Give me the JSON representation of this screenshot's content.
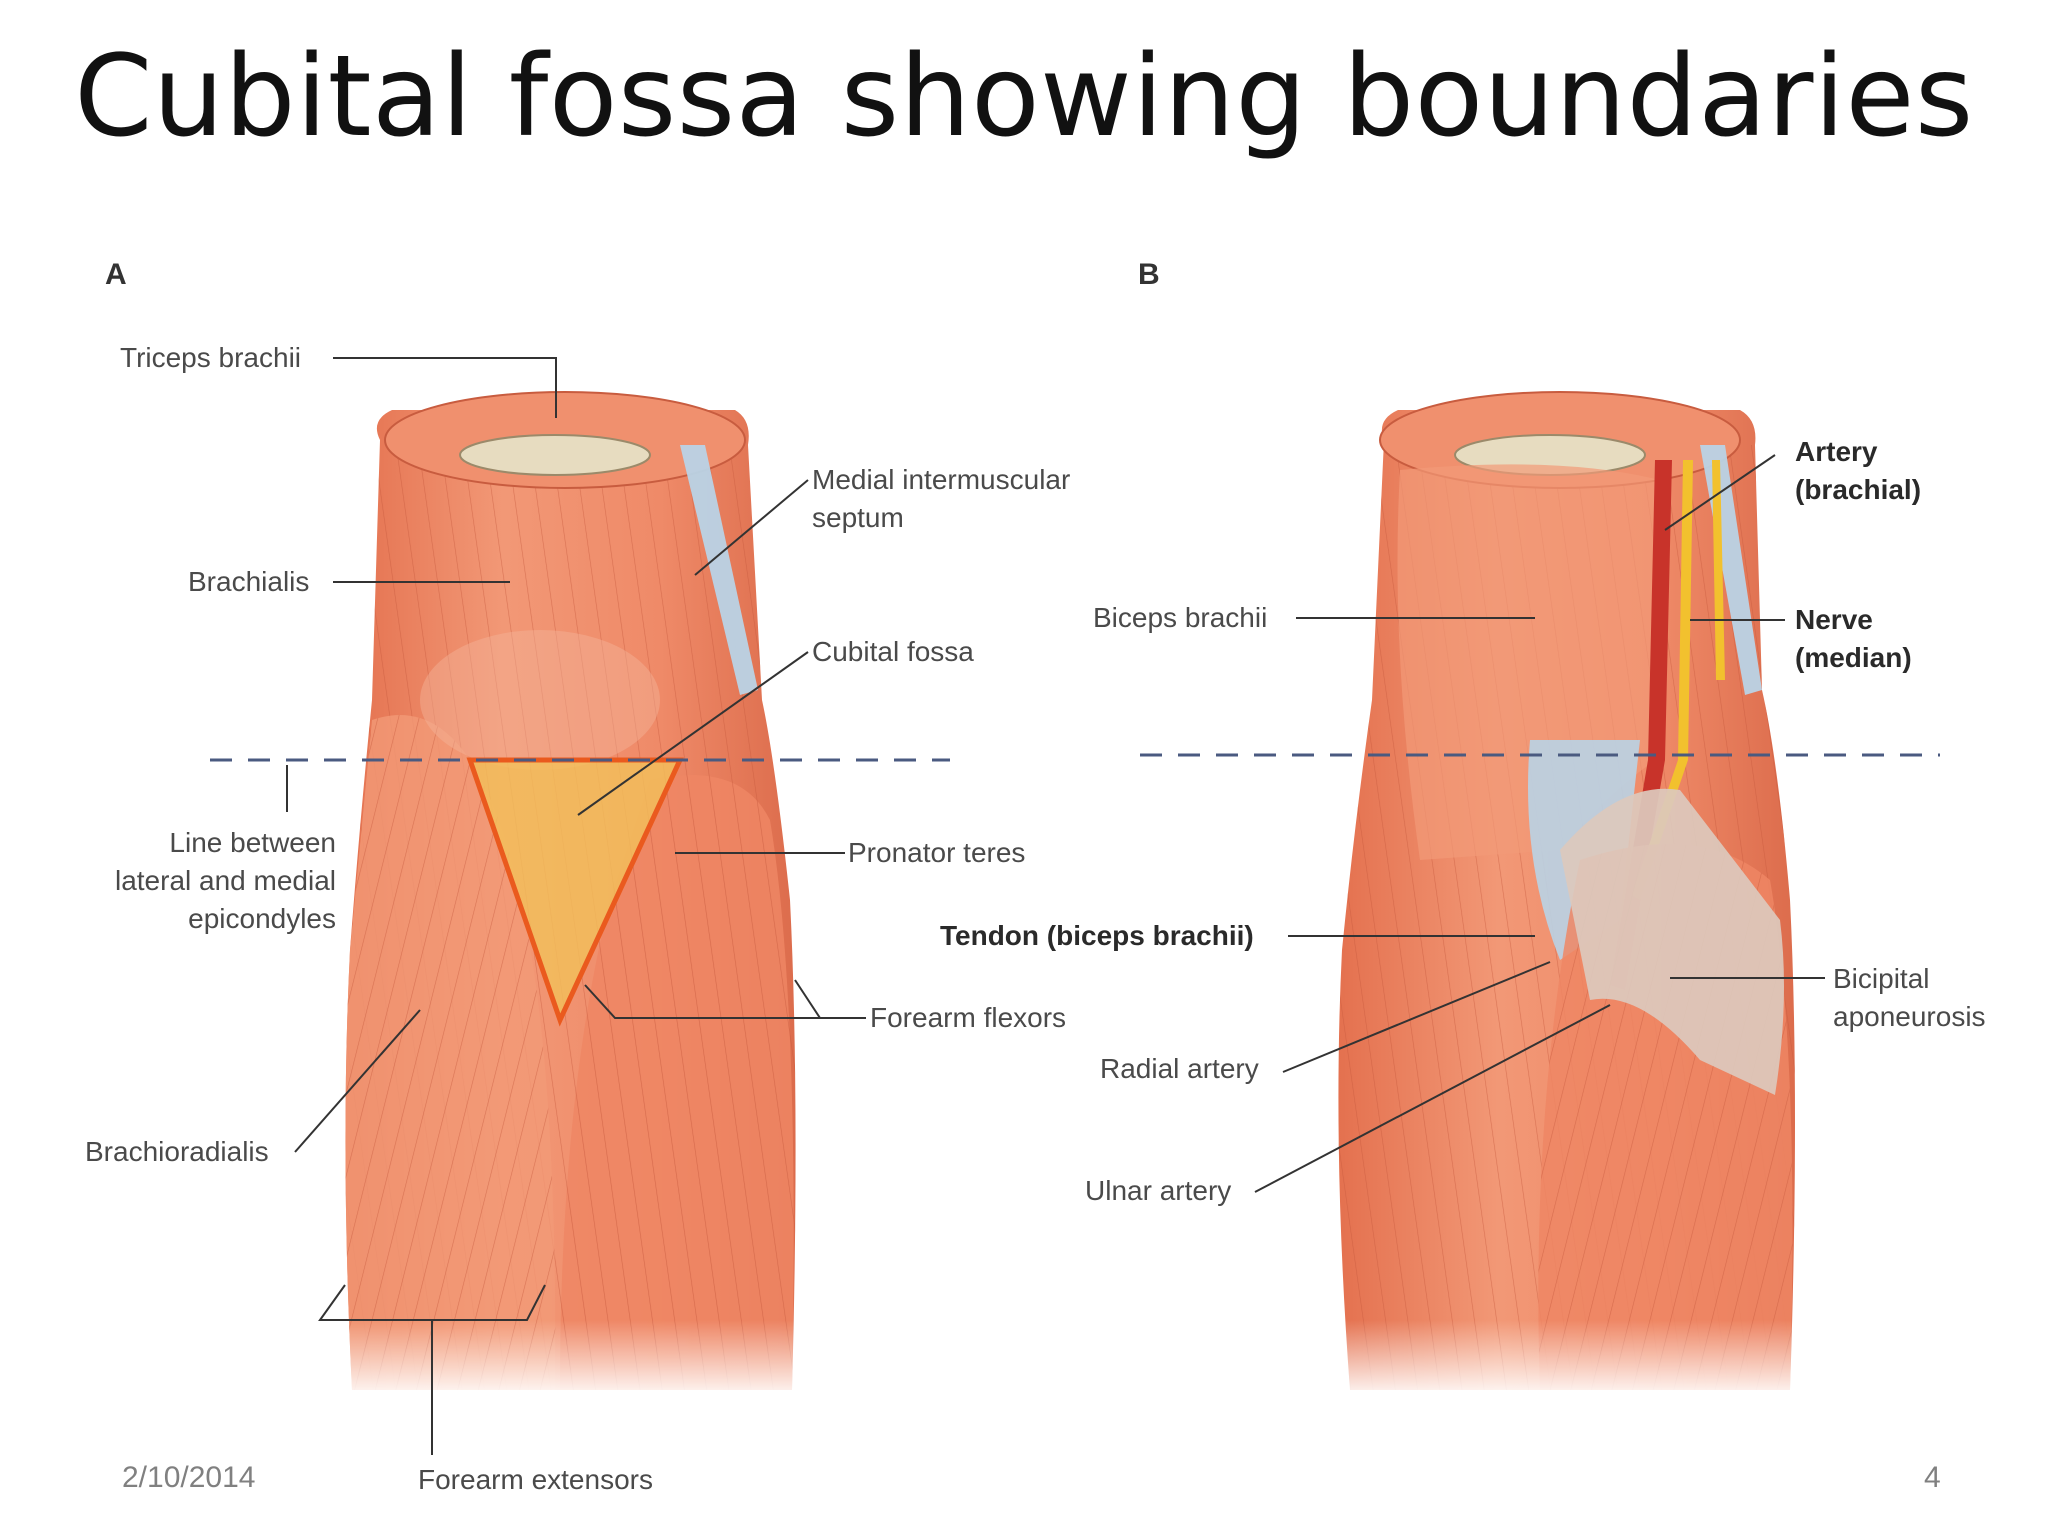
{
  "slide": {
    "title": "Cubital fossa showing boundaries",
    "date": "2/10/2014",
    "page_number": "4"
  },
  "panel_a": {
    "letter": "A",
    "labels": {
      "triceps_brachii": "Triceps brachii",
      "brachialis": "Brachialis",
      "medial_septum_line1": "Medial intermuscular",
      "medial_septum_line2": "septum",
      "cubital_fossa": "Cubital fossa",
      "epicondyle_line1": "Line between",
      "epicondyle_line2": "lateral and medial",
      "epicondyle_line3": "epicondyles",
      "pronator_teres": "Pronator teres",
      "forearm_flexors": "Forearm flexors",
      "brachioradialis": "Brachioradialis",
      "forearm_extensors": "Forearm extensors"
    }
  },
  "panel_b": {
    "letter": "B",
    "labels": {
      "artery_line1": "Artery",
      "artery_line2": "(brachial)",
      "nerve_line1": "Nerve",
      "nerve_line2": "(median)",
      "biceps_brachii": "Biceps brachii",
      "tendon": "Tendon (biceps brachii)",
      "bicipital_line1": "Bicipital",
      "bicipital_line2": "aponeurosis",
      "radial_artery": "Radial artery",
      "ulnar_artery": "Ulnar artery"
    }
  },
  "colors": {
    "muscle": "#ef8a68",
    "muscle_dark": "#d9684a",
    "tendon": "#b9d3e6",
    "triangle_fill": "#f2c05a",
    "triangle_stroke": "#ea5a1e",
    "artery": "#c8332a",
    "nerve": "#f2c12e",
    "aponeurosis": "#dcc9bd",
    "dashed_line": "#4a5a80"
  }
}
